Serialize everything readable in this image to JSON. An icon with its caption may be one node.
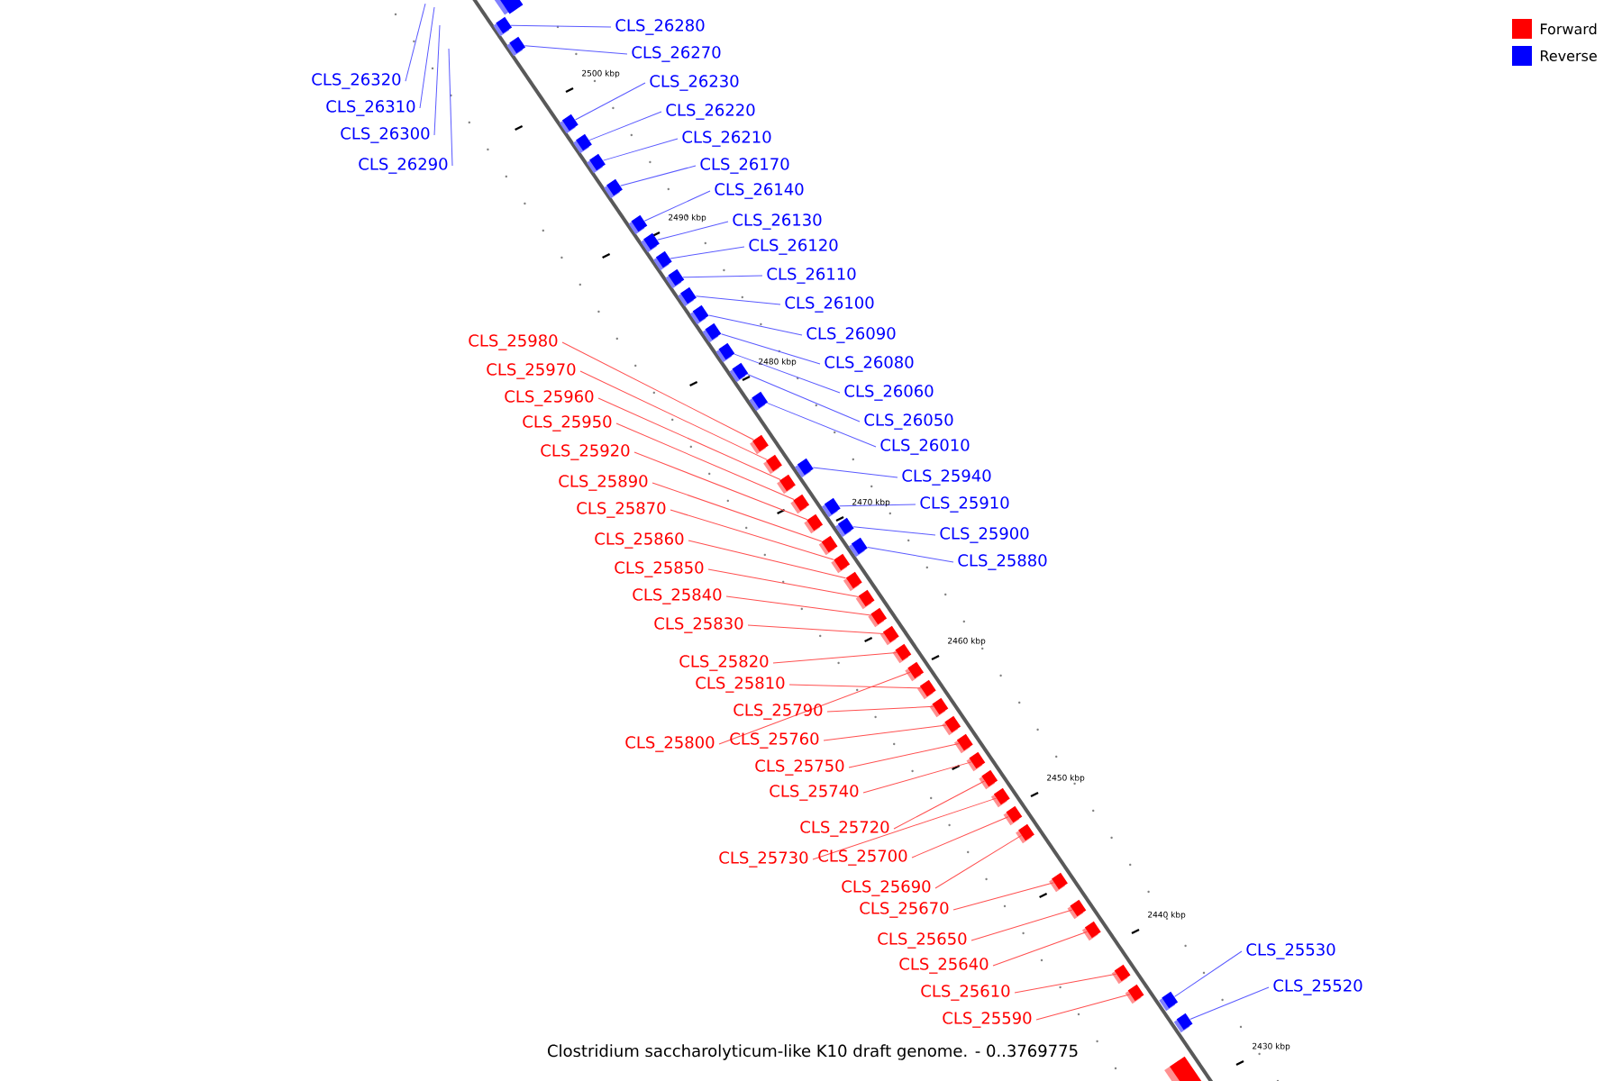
{
  "diagram": {
    "caption": "Clostridium saccharolyticum-like K10 draft genome. - 0..3769775",
    "nodes": [
      {
        "text": [
          "CLS_26320"
        ]
      },
      {
        "text": [
          "CLS_26310"
        ]
      },
      {
        "text": [
          "CLS_26300"
        ]
      },
      {
        "text": [
          "CLS_26290"
        ]
      },
      {
        "text": [
          "CLS_26280"
        ]
      },
      {
        "text": [
          "CLS_26270"
        ]
      },
      {
        "text": [
          "CLS_26230"
        ]
      },
      {
        "text": [
          "CLS_26220"
        ]
      },
      {
        "text": [
          "CLS_26210"
        ]
      },
      {
        "text": [
          "CLS_26170"
        ]
      },
      {
        "text": [
          "CLS_26140"
        ]
      },
      {
        "text": [
          "CLS_26130"
        ]
      },
      {
        "text": [
          "CLS_26120"
        ]
      },
      {
        "text": [
          "CLS_26110"
        ]
      },
      {
        "text": [
          "CLS_26100"
        ]
      },
      {
        "text": [
          "CLS_26090"
        ]
      },
      {
        "text": [
          "CLS_26080"
        ]
      },
      {
        "text": [
          "CLS_26060"
        ]
      },
      {
        "text": [
          "CLS_26050"
        ]
      },
      {
        "text": [
          "CLS_26010"
        ]
      },
      {
        "text": [
          "CLS_25940"
        ]
      },
      {
        "text": [
          "CLS_25910"
        ]
      },
      {
        "text": [
          "CLS_25900"
        ]
      },
      {
        "text": [
          "CLS_25880"
        ]
      },
      {
        "text": [
          "CLS_25980"
        ]
      },
      {
        "text": [
          "CLS_25970"
        ]
      },
      {
        "text": [
          "CLS_25960"
        ]
      },
      {
        "text": [
          "CLS_25950"
        ]
      },
      {
        "text": [
          "CLS_25920"
        ]
      },
      {
        "text": [
          "CLS_25890"
        ]
      },
      {
        "text": [
          "CLS_25870"
        ]
      },
      {
        "text": [
          "CLS_25860"
        ]
      },
      {
        "text": [
          "CLS_25850"
        ]
      },
      {
        "text": [
          "CLS_25840"
        ]
      },
      {
        "text": [
          "CLS_25830"
        ]
      },
      {
        "text": [
          "CLS_25820"
        ]
      },
      {
        "text": [
          "CLS_25810"
        ]
      },
      {
        "text": [
          "CLS_25790"
        ]
      },
      {
        "text": [
          "CLS_25800"
        ]
      },
      {
        "text": [
          "CLS_25760"
        ]
      },
      {
        "text": [
          "CLS_25750"
        ]
      },
      {
        "text": [
          "CLS_25740"
        ]
      },
      {
        "text": [
          "CLS_25720"
        ]
      },
      {
        "text": [
          "CLS_25730"
        ]
      },
      {
        "text": [
          "CLS_25700"
        ]
      },
      {
        "text": [
          "CLS_25690"
        ]
      },
      {
        "text": [
          "CLS_25670"
        ]
      },
      {
        "text": [
          "CLS_25650"
        ]
      },
      {
        "text": [
          "CLS_25640"
        ]
      },
      {
        "text": [
          "CLS_25610"
        ]
      },
      {
        "text": [
          "CLS_25590"
        ]
      },
      {
        "text": [
          "CLS_25530"
        ]
      },
      {
        "text": [
          "CLS_25520"
        ]
      },
      {
        "text": [],
        "shape": "box"
      },
      {
        "text": [],
        "shape": "box"
      },
      {
        "text": [],
        "shape": "box"
      },
      {
        "text": [],
        "shape": "box"
      },
      {
        "text": [],
        "shape": "box"
      },
      {
        "text": [],
        "shape": "box"
      },
      {
        "text": [],
        "shape": "box"
      },
      {
        "text": [],
        "shape": "box"
      },
      {
        "text": [],
        "shape": "box"
      },
      {
        "text": [],
        "shape": "box"
      },
      {
        "text": [],
        "shape": "box"
      },
      {
        "text": [],
        "shape": "box"
      },
      {
        "text": [],
        "shape": "box"
      },
      {
        "text": [],
        "shape": "box"
      },
      {
        "text": [],
        "shape": "box"
      },
      {
        "text": [],
        "shape": "box"
      },
      {
        "text": [],
        "shape": "box"
      },
      {
        "text": [],
        "shape": "box"
      },
      {
        "text": [],
        "shape": "box"
      },
      {
        "text": [],
        "shape": "box"
      },
      {
        "text": [],
        "shape": "box"
      },
      {
        "text": [],
        "shape": "box"
      },
      {
        "text": [],
        "shape": "box"
      },
      {
        "text": [],
        "shape": "box"
      },
      {
        "text": [],
        "shape": "box"
      },
      {
        "text": [],
        "shape": "box"
      },
      {
        "text": [],
        "shape": "box"
      },
      {
        "text": [],
        "shape": "box"
      },
      {
        "text": [],
        "shape": "box"
      },
      {
        "text": [],
        "shape": "box"
      },
      {
        "text": [],
        "shape": "box"
      },
      {
        "text": [],
        "shape": "box"
      },
      {
        "text": [],
        "shape": "box"
      },
      {
        "text": [],
        "shape": "box"
      },
      {
        "text": [],
        "shape": "box"
      },
      {
        "text": [],
        "shape": "box"
      },
      {
        "text": [],
        "shape": "box"
      },
      {
        "text": [],
        "shape": "box"
      },
      {
        "text": [],
        "shape": "box"
      },
      {
        "text": [],
        "shape": "box"
      },
      {
        "text": [],
        "shape": "box"
      },
      {
        "text": [],
        "shape": "box"
      },
      {
        "text": [],
        "shape": "box"
      },
      {
        "text": [],
        "shape": "box"
      },
      {
        "text": [],
        "shape": "box"
      },
      {
        "text": [],
        "shape": "box"
      },
      {
        "text": [],
        "shape": "box"
      },
      {
        "text": [],
        "shape": "box"
      },
      {
        "text": [],
        "shape": "box"
      }
    ],
    "edges": [
      {
        "from": 0,
        "to": null,
        "arrow": "none",
        "color": "#5a5aff"
      },
      {
        "from": 1,
        "to": null,
        "arrow": "none",
        "color": "#5a5aff"
      },
      {
        "from": 2,
        "to": null,
        "arrow": "none",
        "color": "#5a5aff"
      },
      {
        "from": 3,
        "to": null,
        "arrow": "none",
        "color": "#5a5aff"
      },
      {
        "from": 4,
        "to": 53,
        "arrow": "none",
        "color": "#5a5aff"
      },
      {
        "from": 5,
        "to": 54,
        "arrow": "none",
        "color": "#5a5aff"
      },
      {
        "from": 6,
        "to": 55,
        "arrow": "none",
        "color": "#5a5aff"
      },
      {
        "from": 7,
        "to": 56,
        "arrow": "none",
        "color": "#5a5aff"
      },
      {
        "from": 8,
        "to": 57,
        "arrow": "none",
        "color": "#5a5aff"
      },
      {
        "from": 9,
        "to": 58,
        "arrow": "none",
        "color": "#5a5aff"
      },
      {
        "from": 10,
        "to": 59,
        "arrow": "none",
        "color": "#5a5aff"
      },
      {
        "from": 11,
        "to": 60,
        "arrow": "none",
        "color": "#5a5aff"
      },
      {
        "from": 12,
        "to": 61,
        "arrow": "none",
        "color": "#5a5aff"
      },
      {
        "from": 13,
        "to": 62,
        "arrow": "none",
        "color": "#5a5aff"
      },
      {
        "from": 14,
        "to": 63,
        "arrow": "none",
        "color": "#5a5aff"
      },
      {
        "from": 15,
        "to": 64,
        "arrow": "none",
        "color": "#5a5aff"
      },
      {
        "from": 16,
        "to": 65,
        "arrow": "none",
        "color": "#5a5aff"
      },
      {
        "from": 17,
        "to": 66,
        "arrow": "none",
        "color": "#5a5aff"
      },
      {
        "from": 18,
        "to": 67,
        "arrow": "none",
        "color": "#5a5aff"
      },
      {
        "from": 19,
        "to": 68,
        "arrow": "none",
        "color": "#5a5aff"
      },
      {
        "from": 20,
        "to": 70,
        "arrow": "none",
        "color": "#5a5aff"
      },
      {
        "from": 21,
        "to": 74,
        "arrow": "none",
        "color": "#5a5aff"
      },
      {
        "from": 22,
        "to": 76,
        "arrow": "none",
        "color": "#5a5aff"
      },
      {
        "from": 23,
        "to": 77,
        "arrow": "none",
        "color": "#5a5aff"
      },
      {
        "from": 24,
        "to": 69,
        "arrow": "none"
      },
      {
        "from": 25,
        "to": 71,
        "arrow": "none"
      },
      {
        "from": 26,
        "to": 72,
        "arrow": "none"
      },
      {
        "from": 27,
        "to": 73,
        "arrow": "none"
      },
      {
        "from": 28,
        "to": 75,
        "arrow": "none"
      },
      {
        "from": 29,
        "to": 78,
        "arrow": "none"
      },
      {
        "from": 30,
        "to": 79,
        "arrow": "none"
      },
      {
        "from": 31,
        "to": 80,
        "arrow": "none"
      },
      {
        "from": 32,
        "to": 81,
        "arrow": "none"
      },
      {
        "from": 33,
        "to": 82,
        "arrow": "none"
      },
      {
        "from": 34,
        "to": 83,
        "arrow": "none"
      },
      {
        "from": 35,
        "to": 84,
        "arrow": "none"
      },
      {
        "from": 36,
        "to": 86,
        "arrow": "none"
      },
      {
        "from": 37,
        "to": 87,
        "arrow": "none"
      },
      {
        "from": 38,
        "to": 85,
        "arrow": "none"
      },
      {
        "from": 39,
        "to": 88,
        "arrow": "none"
      },
      {
        "from": 40,
        "to": 89,
        "arrow": "none"
      },
      {
        "from": 41,
        "to": 90,
        "arrow": "none"
      },
      {
        "from": 42,
        "to": 91,
        "arrow": "none"
      },
      {
        "from": 43,
        "to": 92,
        "arrow": "none"
      },
      {
        "from": 44,
        "to": 93,
        "arrow": "none"
      },
      {
        "from": 45,
        "to": 94,
        "arrow": "none"
      },
      {
        "from": 46,
        "to": 95,
        "arrow": "none"
      },
      {
        "from": 47,
        "to": 96,
        "arrow": "none"
      },
      {
        "from": 48,
        "to": 97,
        "arrow": "none"
      },
      {
        "from": 49,
        "to": 98,
        "arrow": "none"
      },
      {
        "from": 50,
        "to": 99,
        "arrow": "none"
      },
      {
        "from": 51,
        "to": 100,
        "arrow": "none",
        "color": "#5a5aff"
      },
      {
        "from": 52,
        "to": 101,
        "arrow": "none",
        "color": "#5a5aff"
      }
    ],
    "labels": [
      "2500 kbp",
      "2490 kbp",
      "2480 kbp",
      "2470 kbp",
      "2460 kbp",
      "2450 kbp",
      "2440 kbp",
      "2430 kbp"
    ],
    "legend": [
      {
        "text": "Forward",
        "color": "#ff0000"
      },
      {
        "text": "Reverse",
        "color": "#0000ff"
      }
    ]
  }
}
